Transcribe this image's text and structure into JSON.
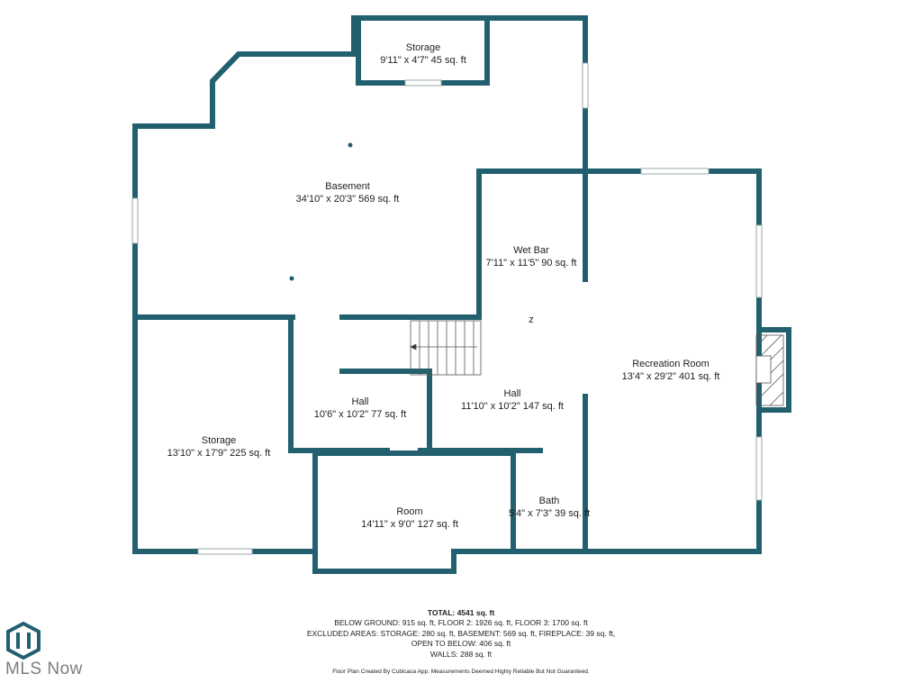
{
  "rooms": [
    {
      "id": "storage-top",
      "name": "Storage",
      "dims": "9'11\" x 4'7\" 45 sq. ft"
    },
    {
      "id": "basement",
      "name": "Basement",
      "dims": "34'10\" x 20'3\" 569 sq. ft"
    },
    {
      "id": "wet-bar",
      "name": "Wet Bar",
      "dims": "7'11\" x 11'5\" 90 sq. ft"
    },
    {
      "id": "recreation-room",
      "name": "Recreation Room",
      "dims": "13'4\" x 29'2\" 401 sq. ft"
    },
    {
      "id": "hall-left",
      "name": "Hall",
      "dims": "10'6\" x 10'2\" 77 sq. ft"
    },
    {
      "id": "hall-right",
      "name": "Hall",
      "dims": "11'10\" x 10'2\" 147 sq. ft"
    },
    {
      "id": "storage-left",
      "name": "Storage",
      "dims": "13'10\" x 17'9\" 225 sq. ft"
    },
    {
      "id": "room",
      "name": "Room",
      "dims": "14'11\" x 9'0\" 127 sq. ft"
    },
    {
      "id": "bath",
      "name": "Bath",
      "dims": "5'4\" x 7'3\" 39 sq. ft"
    }
  ],
  "stair_marker": "z",
  "summary": {
    "total": "TOTAL: 4541 sq. ft",
    "below_ground": "BELOW GROUND: 915 sq. ft, FLOOR 2: 1926 sq. ft, FLOOR 3: 1700 sq. ft",
    "excluded": "EXCLUDED AREAS: STORAGE: 280 sq. ft, BASEMENT: 569 sq. ft, FIREPLACE: 39 sq. ft,",
    "open_to_below": "OPEN TO BELOW: 406 sq. ft",
    "walls": "WALLS: 288 sq. ft",
    "credit": "Floor Plan Created By Cubicasa App. Measurements Deemed Highly Reliable But Not Guaranteed."
  },
  "logo": {
    "text": "MLS Now"
  },
  "colors": {
    "wall": "#23606f",
    "text": "#1f1f1f",
    "logo": "#7d7d7d"
  }
}
